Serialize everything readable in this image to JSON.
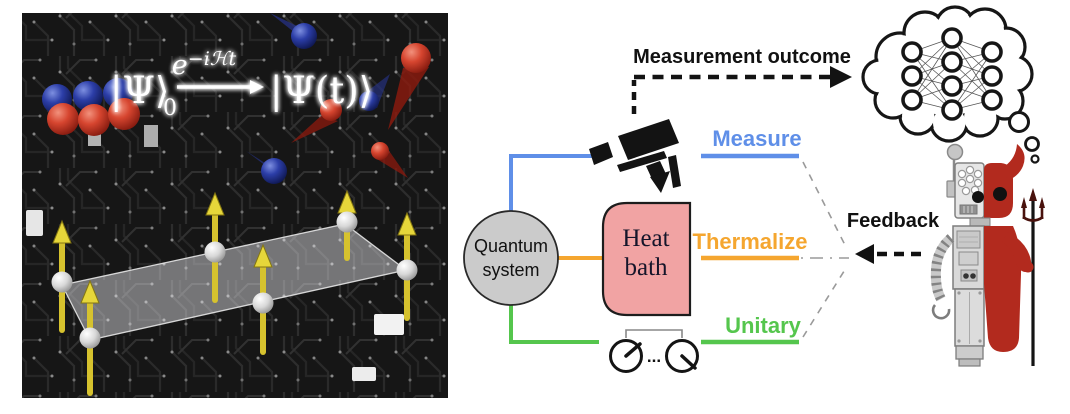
{
  "colors": {
    "measure_blue": "#5f8fe8",
    "thermalize_orange": "#f5a62f",
    "unitary_green": "#55c64d",
    "heat_bath_fill": "#f1a3a3",
    "quantum_fill": "#cbcbcb",
    "ink_black": "#151515",
    "dashed_gray": "#9a9a9a",
    "devil_red": "#b22a1e",
    "spin_yellow": "#d6c22e"
  },
  "left_panel": {
    "formula": {
      "ket_initial": "|Ψ⟩",
      "ket_initial_sub": "0",
      "propagator_base": "e",
      "propagator_exponent": "−iℋt",
      "ket_final": "|Ψ(t)⟩"
    },
    "icons": {
      "spins": "spin-up-arrow",
      "board": "circuit-board",
      "particles": "red-blue-spheres"
    }
  },
  "right_panel": {
    "quantum_system": {
      "line1": "Quantum",
      "line2": "system"
    },
    "heat_bath": {
      "line1": "Heat",
      "line2": "bath"
    },
    "measurement_outcome_label": "Measurement outcome",
    "feedback_label": "Feedback",
    "channels": [
      {
        "label": "Measure",
        "color": "#5f8fe8"
      },
      {
        "label": "Thermalize",
        "color": "#f5a62f"
      },
      {
        "label": "Unitary",
        "color": "#55c64d"
      }
    ],
    "knobs_ellipsis": "...",
    "icons": {
      "measure": "cctv-camera-icon",
      "unitary": "control-knobs-icon",
      "agent": "half-robot-half-devil",
      "brain": "neural-network-in-thought-cloud"
    }
  }
}
